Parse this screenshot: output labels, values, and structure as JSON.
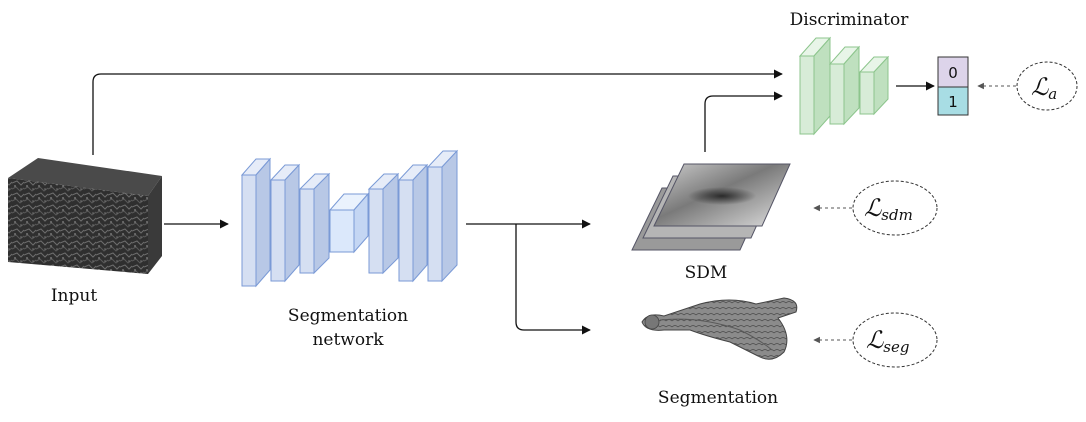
{
  "labels": {
    "input": "Input",
    "segmentation_network_line1": "Segmentation",
    "segmentation_network_line2": "network",
    "sdm": "SDM",
    "segmentation": "Segmentation",
    "discriminator": "Discriminator"
  },
  "discriminator_outputs": [
    "0",
    "1"
  ],
  "losses": {
    "adversarial": {
      "symbol": "ℒ",
      "subscript": "a"
    },
    "sdm": {
      "symbol": "ℒ",
      "subscript": "sdm"
    },
    "seg": {
      "symbol": "ℒ",
      "subscript": "seg"
    }
  },
  "colors": {
    "encoder_fill": "#d5dff2",
    "encoder_stroke": "#7a9ad6",
    "bottleneck_fill": "#dbe8fb",
    "discriminator_fill": "#d7ecd7",
    "discriminator_stroke": "#8cc58c",
    "output_0_fill": "#ddd4ea",
    "output_1_fill": "#a8dde4",
    "arrow": "#111111",
    "dashed": "#555555"
  }
}
